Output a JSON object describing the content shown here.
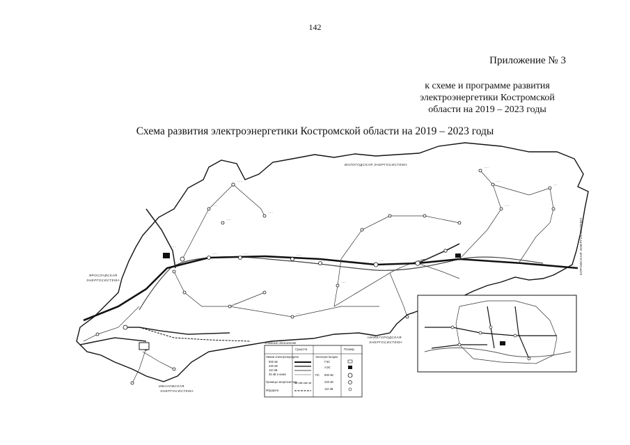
{
  "header": {
    "page_number": "142",
    "appendix_title": "Приложение № 3",
    "appendix_lines": [
      "к схеме и программе развития",
      "электроэнергетики Костромской",
      "области на 2019 – 2023 годы"
    ],
    "map_title": "Схема развития электроэнергетики Костромской области на 2019 – 2023 годы"
  },
  "systems": {
    "vologda": "ВОЛОГОДСКАЯ ЭНЕРГОСИСТЕМА",
    "yaroslavl": [
      "ЯРОСЛАВСКАЯ",
      "ЭНЕРГОСИСТЕМА"
    ],
    "nizhny": [
      "НИЖЕГОРОДСКАЯ",
      "ЭНЕРГОСИСТЕМА"
    ],
    "ivanovo": [
      "ИВАНОВСКАЯ",
      "ЭНЕРГОСИСТЕМА"
    ],
    "kirov": "КИРОВСКАЯ ЭНЕРГОСИСТЕМА"
  },
  "legend": {
    "heading": "Условные обозначения",
    "col_existing": "Существ.",
    "col_planned": "Планир.",
    "lines_label": "Линии электропередачи",
    "lines_kv": [
      "500 кВ",
      "220 кВ",
      "110 кВ",
      "35 кВ и ниже"
    ],
    "stations_label": "Электростанции",
    "stations": [
      "ГЭС",
      "АЭС"
    ],
    "substations_label": "ПС",
    "substations_kv": [
      "500 кВ",
      "220 кВ",
      "110 кВ"
    ],
    "borders_label": "Границы энергосистем",
    "rail_label": "Ж/дорога"
  }
}
